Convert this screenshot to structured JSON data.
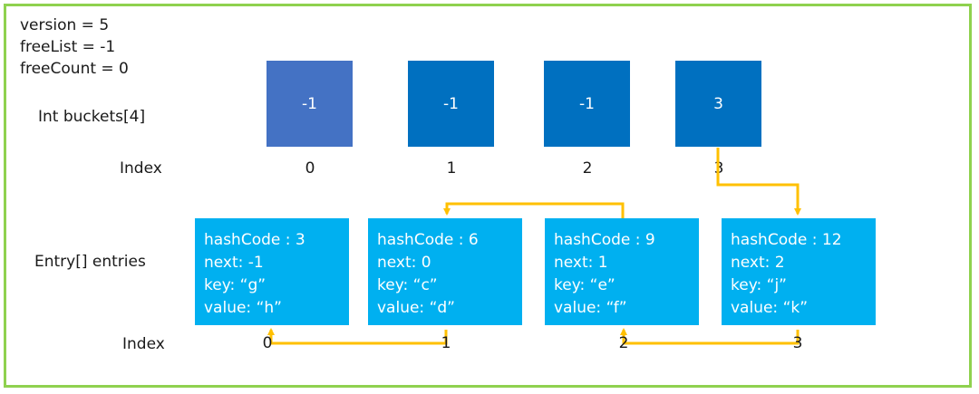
{
  "state": {
    "version": "version = 5",
    "free_list": "freeList = -1",
    "free_count": "freeCount = 0"
  },
  "labels": {
    "buckets": "Int buckets[4]",
    "index_top": "Index",
    "entries": "Entry[] entries",
    "index_bottom": "Index"
  },
  "buckets": [
    {
      "value": "-1",
      "color": "#4472c4"
    },
    {
      "value": "-1",
      "color": "#0070c0"
    },
    {
      "value": "-1",
      "color": "#0070c0"
    },
    {
      "value": "3",
      "color": "#0070c0"
    }
  ],
  "bucket_indices": [
    "0",
    "1",
    "2",
    "3"
  ],
  "entries": [
    {
      "hash": "hashCode : 3",
      "next": "next: -1",
      "key": "key: “g”",
      "value": "value: “h”"
    },
    {
      "hash": "hashCode : 6",
      "next": "next: 0",
      "key": "key: “c”",
      "value": "value: “d”"
    },
    {
      "hash": "hashCode : 9",
      "next": "next: 1",
      "key": "key: “e”",
      "value": "value: “f”"
    },
    {
      "hash": "hashCode : 12",
      "next": "next: 2",
      "key": "key: “j”",
      "value": "value: “k”"
    }
  ],
  "entry_indices": [
    "0",
    "1",
    "2",
    "3"
  ],
  "colors": {
    "frame": "#8fd14f",
    "entry_fill": "#00b0f0",
    "arrow": "#ffc000"
  }
}
